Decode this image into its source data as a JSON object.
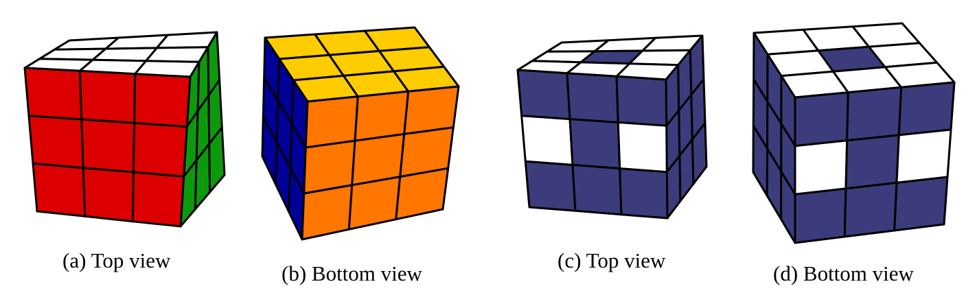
{
  "figure": {
    "panels": [
      {
        "caption": "(a) Top view",
        "faces": {
          "top": "white",
          "front": "red",
          "side": "green"
        },
        "highlighted_stickers": []
      },
      {
        "caption": "(b) Bottom view",
        "faces": {
          "top": "yellow",
          "front": "orange",
          "side": "blue"
        },
        "highlighted_stickers": []
      },
      {
        "caption": "(c) Top view",
        "faces": {
          "top": "navy",
          "front": "navy",
          "side": "navy"
        },
        "highlighted_stickers": [
          "top: all except center",
          "front: middle-left",
          "front: middle-right"
        ]
      },
      {
        "caption": "(d) Bottom view",
        "faces": {
          "top": "navy",
          "front": "navy",
          "side": "navy"
        },
        "highlighted_stickers": [
          "top: all except center",
          "front: middle-left",
          "front: middle-right"
        ]
      }
    ],
    "colors": {
      "white": "#ffffff",
      "red": "#dd0000",
      "green": "#0c9a0c",
      "yellow": "#ffcc00",
      "orange": "#ff7700",
      "blue": "#000099",
      "navy": "#3c3c7c",
      "edge": "#000000"
    }
  }
}
